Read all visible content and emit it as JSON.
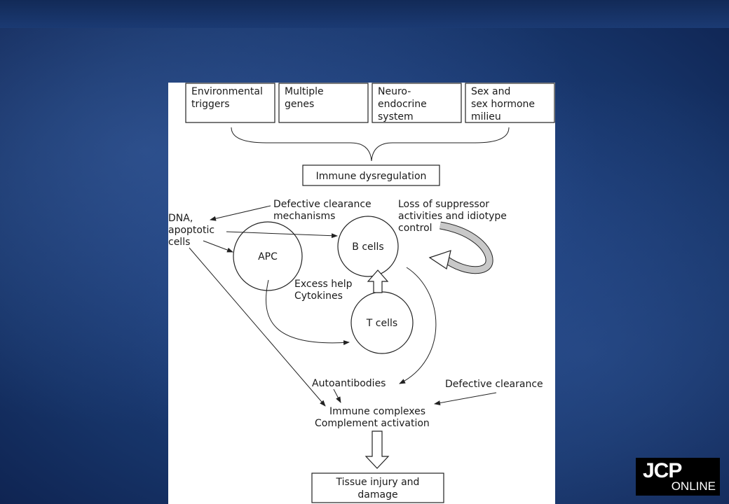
{
  "diagram": {
    "factor_boxes": [
      [
        "Environmental",
        "triggers"
      ],
      [
        "Multiple",
        "genes"
      ],
      [
        "Neuro-",
        "endocrine",
        "system"
      ],
      [
        "Sex and",
        "sex hormone",
        "milieu"
      ]
    ],
    "immune_dysregulation": "Immune dysregulation",
    "defective_clearance_mechanisms": [
      "Defective clearance",
      "mechanisms"
    ],
    "loss_of_suppressor": [
      "Loss of suppressor",
      "activities and idiotype",
      "control"
    ],
    "dna_apoptotic": [
      "DNA,",
      "apoptotic",
      "cells"
    ],
    "apc": "APC",
    "b_cells": "B cells",
    "t_cells": "T cells",
    "excess_help": [
      "Excess help",
      "Cytokines"
    ],
    "autoantibodies": "Autoantibodies",
    "defective_clearance": "Defective clearance",
    "immune_complexes": [
      "Immune complexes",
      "Complement activation"
    ],
    "tissue_injury": [
      "Tissue injury and",
      "damage"
    ]
  },
  "logo": {
    "line1": "JCP",
    "line2": "ONLINE"
  },
  "colors": {
    "background": "#1b3a73",
    "panel": "#ffffff",
    "ink": "#1a1a1a"
  }
}
